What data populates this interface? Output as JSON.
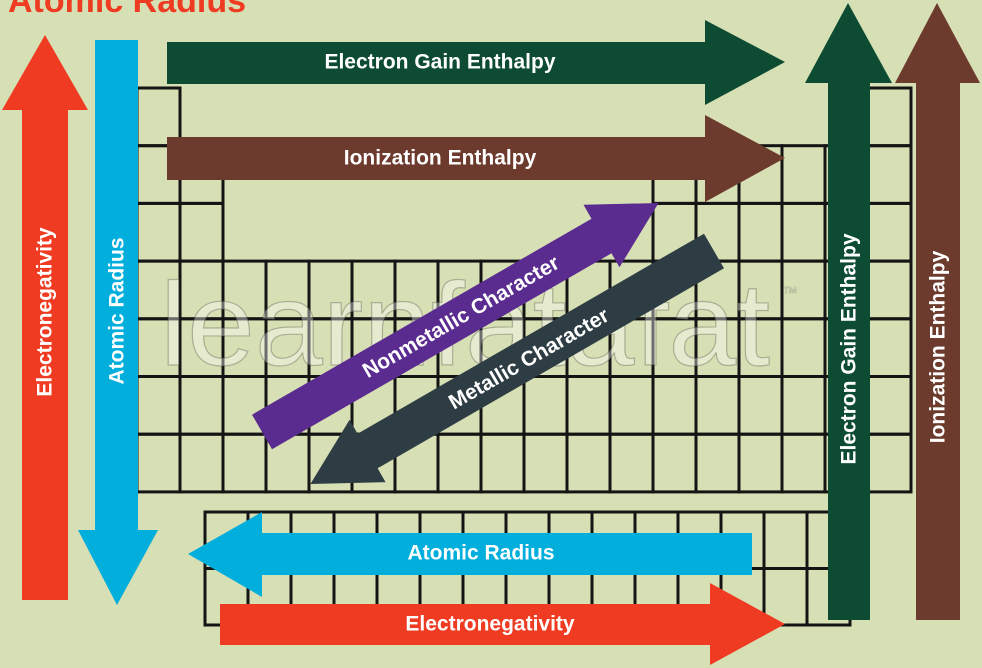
{
  "title": "Atomic Radius",
  "watermark": {
    "text": "learnfatafat",
    "trademark": "™"
  },
  "colors": {
    "background": "#d7dfb4",
    "grid": "#141414",
    "title": "#ef3b22",
    "label_text": "#ffffff"
  },
  "arrows": {
    "left_electronegativity": {
      "label": "Electronegativity",
      "direction": "up",
      "color": "#ef3b22"
    },
    "left_atomic_radius": {
      "label": "Atomic Radius",
      "direction": "down",
      "color": "#02aedb"
    },
    "top_electron_gain_enthalpy": {
      "label": "Electron Gain Enthalpy",
      "direction": "right",
      "color": "#0d4b33"
    },
    "top_ionization_enthalpy": {
      "label": "Ionization Enthalpy",
      "direction": "right",
      "color": "#6c3b2d"
    },
    "diagonal_nonmetallic": {
      "label": "Nonmetallic Character",
      "direction": "up-right",
      "color": "#5b2c8f"
    },
    "diagonal_metallic": {
      "label": "Metallic Character",
      "direction": "down-left",
      "color": "#2e3d44"
    },
    "right_electron_gain_enthalpy": {
      "label": "Electron Gain Enthalpy",
      "direction": "up",
      "color": "#0d4b33"
    },
    "right_ionization_enthalpy": {
      "label": "Ionization Enthalpy",
      "direction": "up",
      "color": "#6c3b2d"
    },
    "bottom_atomic_radius": {
      "label": "Atomic Radius",
      "direction": "left",
      "color": "#02aedb"
    },
    "bottom_electronegativity": {
      "label": "Electronegativity",
      "direction": "right",
      "color": "#ef3b22"
    }
  }
}
